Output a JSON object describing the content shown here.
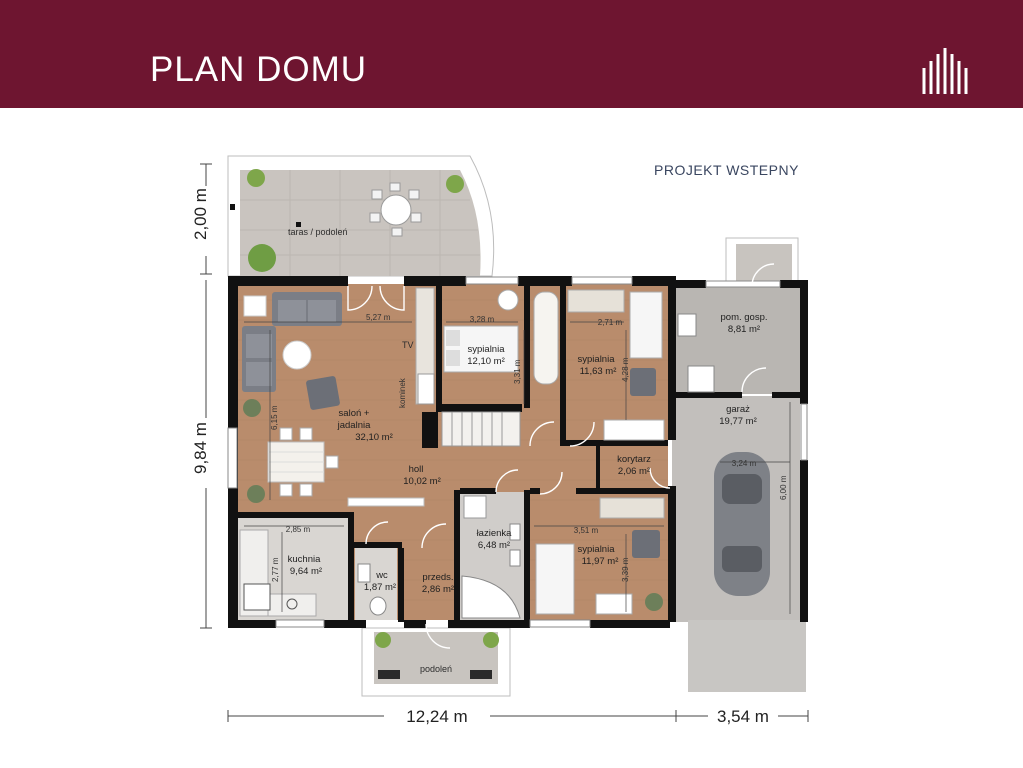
{
  "header": {
    "title": "PLAN DOMU",
    "logo_icon": "house-stripes-logo-icon"
  },
  "subtitle": "PROJEKT WSTEPNY",
  "colors": {
    "header": "#6e1530",
    "floor_wood": "#b98c6c",
    "floor_tile": "#b9b6b2",
    "wall": "#111111",
    "terrace": "#c8c4bf"
  },
  "rooms": {
    "taras": {
      "name": "taras / podoleń"
    },
    "salon": {
      "name1": "saloń +",
      "name2": "jadalnia",
      "area": "32,10 m²",
      "dim_w": "5,27 m",
      "dim_h": "6,15 m",
      "tv": "TV",
      "kominek": "kominek"
    },
    "sypialnia1": {
      "name": "sypialnia",
      "area": "12,10 m²",
      "dim_w": "3,28 m",
      "dim_h": "3,31 m"
    },
    "sypialnia2": {
      "name": "sypialnia",
      "area": "11,63 m²",
      "dim_w": "2,71 m",
      "dim_h": "4,28 m"
    },
    "pom_gosp": {
      "name": "pom. gosp.",
      "area": "8,81 m²"
    },
    "garaz": {
      "name": "garaż",
      "area": "19,77 m²",
      "dim_w": "3,24 m",
      "dim_h": "6,00 m"
    },
    "holl": {
      "name": "holl",
      "area": "10,02 m²"
    },
    "korytarz": {
      "name": "korytarz",
      "area": "2,06 m²"
    },
    "kuchnia": {
      "name": "kuchnia",
      "area": "9,64 m²",
      "dim_w": "2,85 m",
      "dim_h": "2,77 m"
    },
    "wc": {
      "name": "wc",
      "area": "1,87 m²"
    },
    "przeds": {
      "name": "przeds.",
      "area": "2,86 m²"
    },
    "lazienka": {
      "name": "łazienka",
      "area": "6,48 m²"
    },
    "sypialnia3": {
      "name": "sypialnia",
      "area": "11,97 m²",
      "dim_w": "3,51 m",
      "dim_h": "3,39 m"
    },
    "podolen": {
      "name": "podoleń"
    }
  },
  "dimensions": {
    "top_left": "2,00 m",
    "left": "9,84 m",
    "bottom_main": "12,24 m",
    "bottom_garage": "3,54 m"
  }
}
